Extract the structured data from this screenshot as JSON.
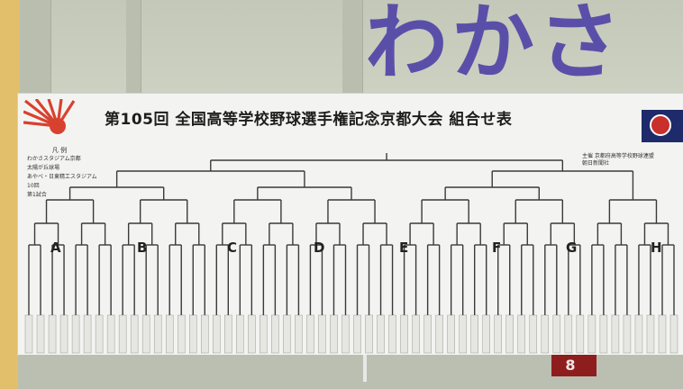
{
  "sign_text": "わかさ",
  "board": {
    "title": "第105回 全国高等学校野球選手権記念京都大会 組合せ表",
    "legend_heading": "凡 例",
    "legend_items": [
      "わかさスタジアム京都",
      "太陽が丘球場",
      "あやべ・日東精工スタジアム",
      "10回",
      "第1試合"
    ],
    "organizer_lines": [
      "主催 京都府高等学校野球連盟",
      "朝日新聞社"
    ],
    "blocks": [
      "A",
      "B",
      "C",
      "D",
      "E",
      "F",
      "G",
      "H"
    ]
  },
  "scoreboard_number": "8",
  "colors": {
    "sign_purple": "#5a4fa8",
    "board_white": "#f3f4f1",
    "logo_red": "#d8412f",
    "emblem_navy": "#1f2a6b",
    "scoreboard_red": "#8e1e1e"
  }
}
